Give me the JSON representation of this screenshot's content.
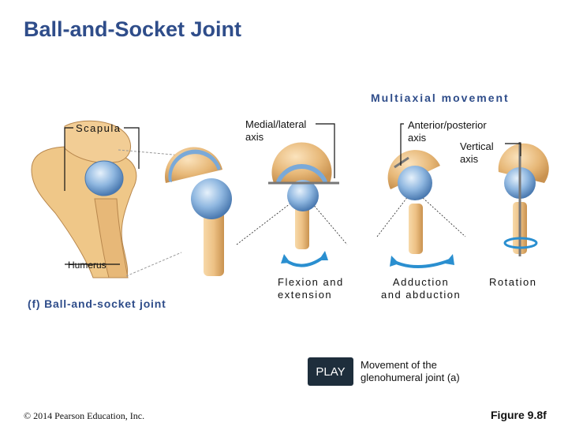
{
  "title": "Ball-and-Socket Joint",
  "heading": "Multiaxial movement",
  "labels": {
    "scapula": "Scapula",
    "humerus": "Humerus",
    "medial_lateral_axis": [
      "Medial/lateral",
      "axis"
    ],
    "anterior_posterior_axis": [
      "Anterior/posterior",
      "axis"
    ],
    "vertical_axis": [
      "Vertical",
      "axis"
    ]
  },
  "movements": {
    "flexion": [
      "Flexion and",
      "extension"
    ],
    "adduction": [
      "Adduction",
      "and abduction"
    ],
    "rotation": "Rotation"
  },
  "caption": "(f) Ball-and-socket joint",
  "play": {
    "button": "PLAY",
    "note": [
      "Movement of the",
      "glenohumeral joint (a)"
    ]
  },
  "copyright": "© 2014 Pearson Education, Inc.",
  "figure_number": "Figure 9.8f",
  "colors": {
    "title": "#2f4d8a",
    "bone": "#e8bb7f",
    "cartilage": "#7aa9d8",
    "arrow": "#2a8fd0",
    "play_bg": "#1e2e3c"
  }
}
